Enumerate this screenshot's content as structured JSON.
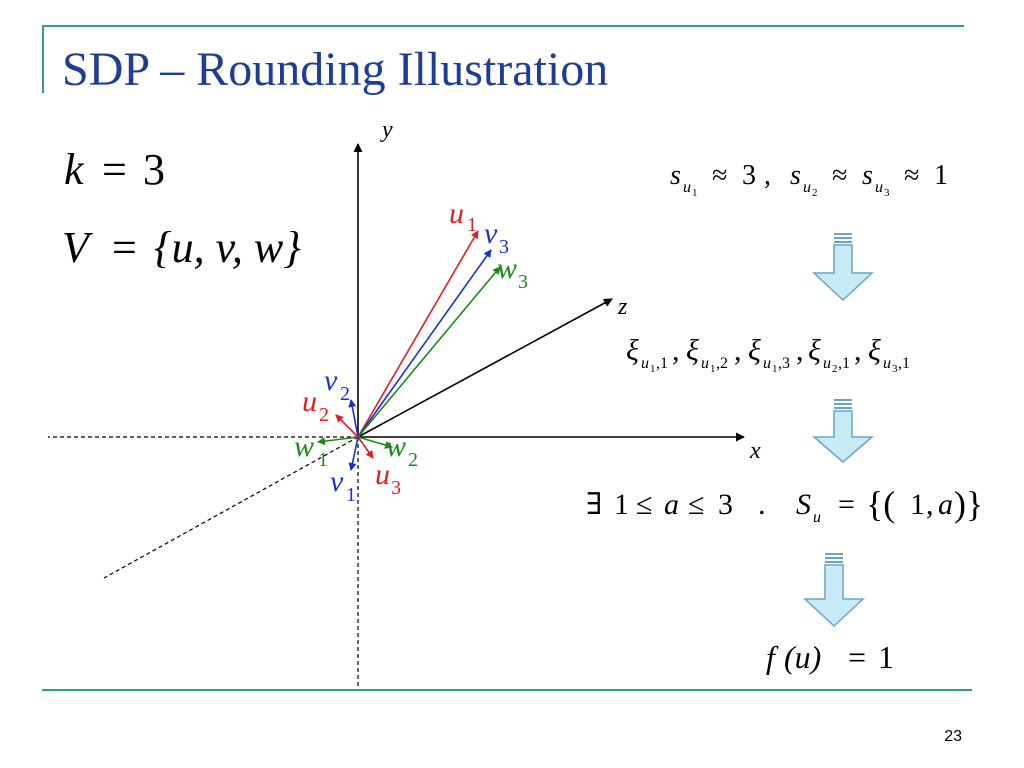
{
  "slide": {
    "title": "SDP – Rounding Illustration",
    "page_number": "23"
  },
  "left_math": {
    "k_var": "k",
    "eq": "=",
    "k_val": "3",
    "V_var": "V",
    "V_set": "{u, v, w}"
  },
  "axes": {
    "x": "x",
    "y": "y",
    "z": "z"
  },
  "vectors": {
    "u": "u",
    "v": "v",
    "w": "w",
    "i1": "1",
    "i2": "2",
    "i3": "3"
  },
  "steps": {
    "s_sym": "s",
    "u_sym": "u",
    "sub1": "1",
    "sub2": "2",
    "sub3": "3",
    "approx": "≈",
    "three": "3",
    "one": "1",
    "comma": ",",
    "xi": "ξ",
    "xi_suffix_1": ",1",
    "xi_suffix_2": ",2",
    "xi_suffix_3": ",3",
    "exists": "∃",
    "le": "≤",
    "a": "a",
    "dot": ".",
    "S_sym": "S",
    "S_sub": "u",
    "eq": "=",
    "set_open": "{(",
    "set_close": ")}",
    "pair_sep": ",",
    "f": "f",
    "paren_u": "(u)"
  },
  "colors": {
    "title": "#1f3c96",
    "frame": "#2a9d9a",
    "u": "#e31c23",
    "v": "#1b2fd0",
    "w": "#1a8a1a",
    "arrow_fill": "#c6ebf5",
    "arrow_stroke": "#6aa3c8"
  }
}
